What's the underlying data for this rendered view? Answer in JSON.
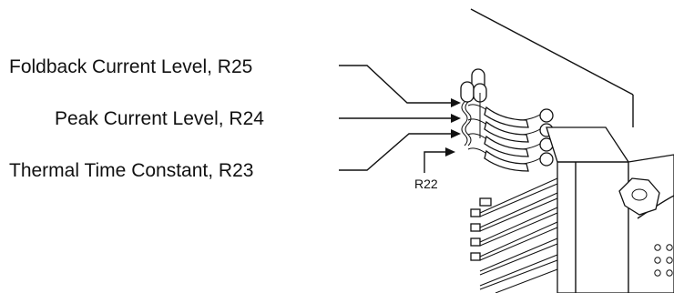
{
  "labels": {
    "r25": "Foldback Current Level, R25",
    "r24": "Peak Current Level, R24",
    "r23": "Thermal Time Constant, R23",
    "r22": "R22"
  },
  "colors": {
    "ink": "#111111",
    "background": "#ffffff"
  }
}
